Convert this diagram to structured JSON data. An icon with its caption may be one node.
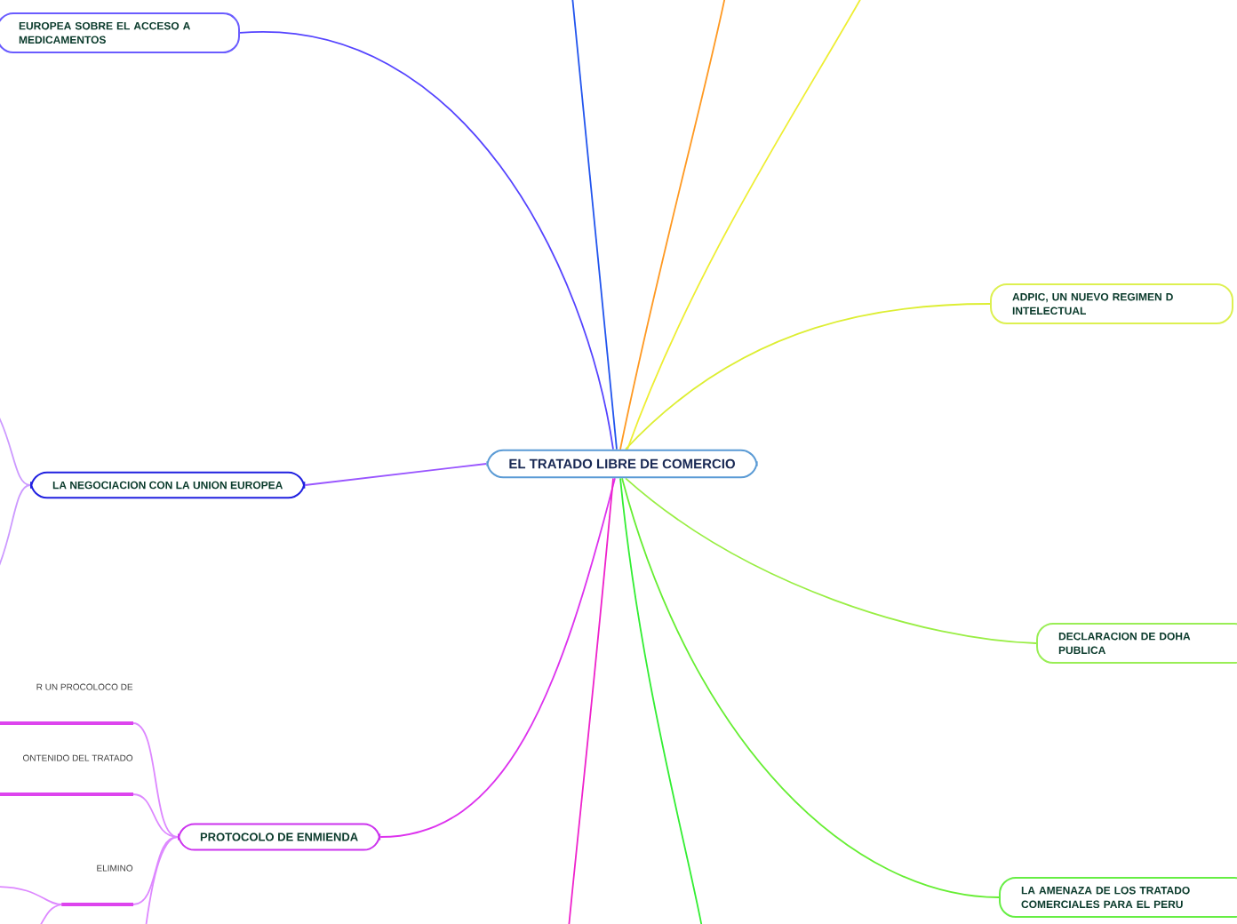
{
  "diagram": {
    "nodes": [
      {
        "text": [
          "EL TRATADO LIBRE DE COMERCIO"
        ]
      },
      {
        "text": [
          "EUROPEA SOBRE EL ACCESO A MEDICAMENTOS"
        ]
      },
      {
        "text": [
          "LA NEGOCIACION CON LA UNION EUROPEA"
        ]
      },
      {
        "text": [
          "PROTOCOLO DE ENMIENDA"
        ]
      },
      {
        "text": [
          "R UN PROCOLOCO DE"
        ]
      },
      {
        "text": [
          "ONTENIDO DEL TRATADO"
        ]
      },
      {
        "text": [
          "ELIMINO"
        ]
      },
      {
        "text": [
          "ADPIC, UN NUEVO REGIMEN D INTELECTUAL"
        ]
      },
      {
        "text": [
          "DECLARACION DE DOHA PUBLICA"
        ]
      },
      {
        "text": [
          "LA AMENAZA DE LOS TRATADO COMERCIALES PARA EL PERU"
        ]
      }
    ],
    "edges": [
      {
        "from": 0,
        "to": 1,
        "arrow": "none",
        "color": "#5544ff"
      },
      {
        "from": 0,
        "to": 2,
        "arrow": "none",
        "color": "#9955ff"
      },
      {
        "from": 0,
        "to": 3,
        "arrow": "none",
        "color": "#dd33ee"
      },
      {
        "from": 0,
        "to": 7,
        "arrow": "none",
        "color": "#ddee33"
      },
      {
        "from": 0,
        "to": 8,
        "arrow": "none",
        "color": "#99ee44"
      },
      {
        "from": 0,
        "to": 9,
        "arrow": "none",
        "color": "#66ee33"
      },
      {
        "from": 0,
        "to": null,
        "arrow": "none",
        "color": "#2255ee"
      },
      {
        "from": 0,
        "to": null,
        "arrow": "none",
        "color": "#ff9922"
      },
      {
        "from": 0,
        "to": null,
        "arrow": "none",
        "color": "#eeee33"
      },
      {
        "from": 0,
        "to": null,
        "arrow": "none",
        "color": "#33ee33"
      },
      {
        "from": 0,
        "to": null,
        "arrow": "none",
        "color": "#ee22cc"
      },
      {
        "from": 3,
        "to": 4,
        "arrow": "none",
        "color": "#dd88ff"
      },
      {
        "from": 3,
        "to": 5,
        "arrow": "none",
        "color": "#dd88ff"
      },
      {
        "from": 3,
        "to": 6,
        "arrow": "none",
        "color": "#dd88ff"
      },
      {
        "from": 3,
        "to": null,
        "arrow": "none",
        "color": "#dd88ff"
      },
      {
        "from": 6,
        "to": null,
        "arrow": "none",
        "color": "#dd88ff"
      },
      {
        "from": 6,
        "to": null,
        "arrow": "none",
        "color": "#dd88ff"
      },
      {
        "from": 2,
        "to": null,
        "arrow": "none",
        "color": "#cc99ff"
      },
      {
        "from": 2,
        "to": null,
        "arrow": "none",
        "color": "#cc99ff"
      }
    ]
  }
}
